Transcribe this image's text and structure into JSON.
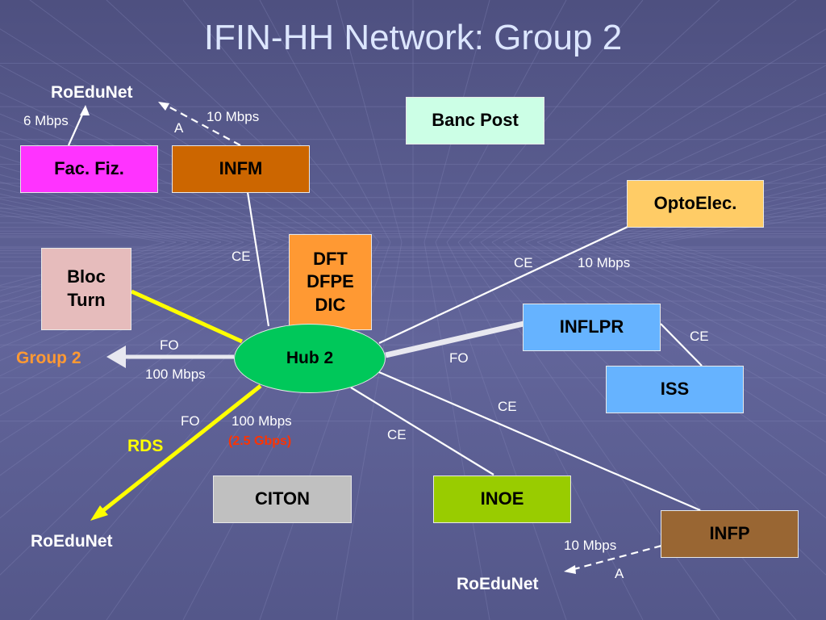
{
  "title": "IFIN-HH Network: Group 2",
  "hub": "Hub 2",
  "boxes": {
    "fac_fiz": "Fac. Fiz.",
    "infm": "INFM",
    "banc_post": "Banc Post",
    "optoelec": "OptoElec.",
    "bloc_turn": [
      "Bloc",
      "Turn"
    ],
    "dft": [
      "DFT",
      "DFPE",
      "DIC"
    ],
    "inflpr": "INFLPR",
    "iss": "ISS",
    "citon": "CITON",
    "inoe": "INOE",
    "infp": "INFP"
  },
  "external": {
    "roedunet_top": "RoEduNet",
    "roedunet_left": "RoEduNet",
    "roedunet_bottom": "RoEduNet",
    "group2": "Group 2",
    "rds": "RDS"
  },
  "link_labels": {
    "fac_fiz_speed": "6 Mbps",
    "infm_speed": "10 Mbps",
    "infm_type": "A",
    "infm_hub": "CE",
    "optoelec_type": "CE",
    "optoelec_speed": "10 Mbps",
    "inflpr_iss": "CE",
    "inflpr_hub": "FO",
    "group2_type": "FO",
    "group2_speed": "100 Mbps",
    "infp_hub": "CE",
    "inoe_hub": "CE",
    "rds_type": "FO",
    "rds_speed": "100 Mbps",
    "rds_future": "(2.5 Gbps)",
    "infp_speed": "10 Mbps",
    "infp_type": "A"
  },
  "colors": {
    "background": "#5c5f8c",
    "fac_fiz": "#ff33ff",
    "infm": "#cc6600",
    "banc_post": "#ccffe6",
    "optoelec": "#ffcc66",
    "bloc_turn": "#e6bcbc",
    "dft": "#ff9933",
    "inflpr": "#66b3ff",
    "iss": "#66b3ff",
    "citon": "#c0c0c0",
    "inoe": "#99cc00",
    "infp": "#996633",
    "hub": "#00c85a",
    "yellow_link": "#ffff00",
    "group2_label": "#ff9933",
    "future_speed": "#ff3300"
  }
}
